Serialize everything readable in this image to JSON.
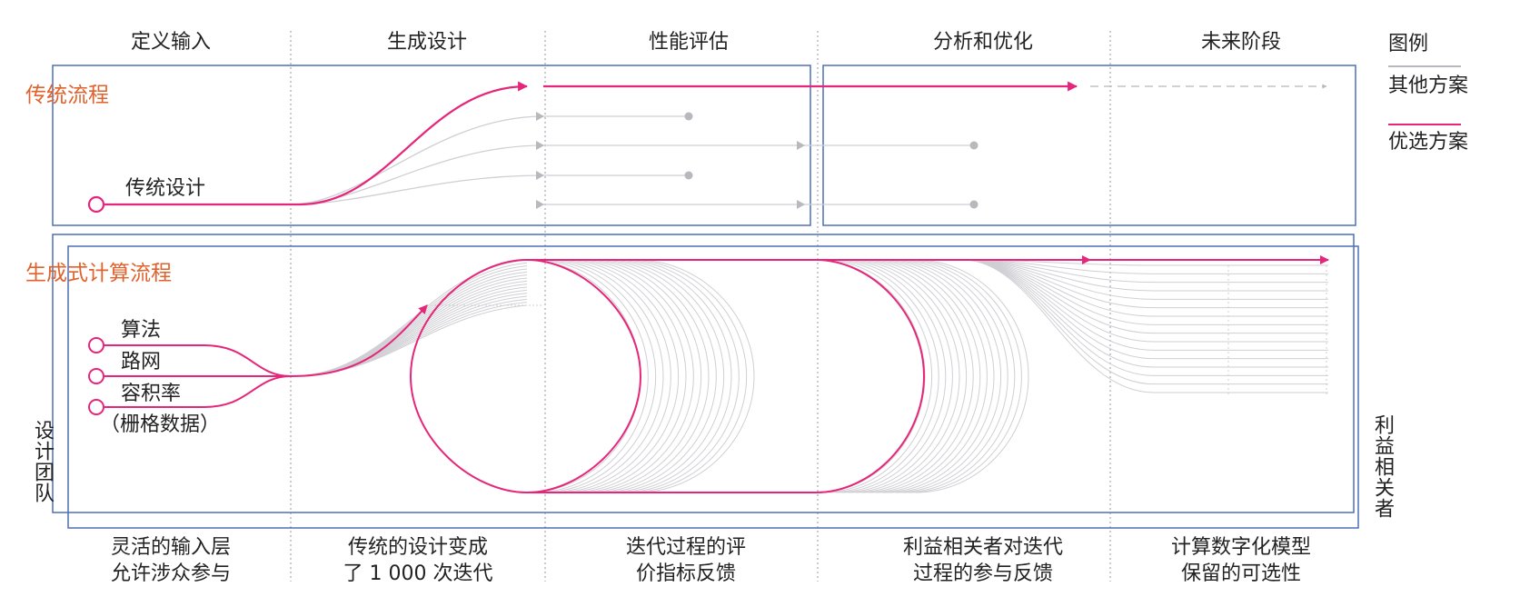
{
  "stages": [
    "定义输入",
    "生成设计",
    "性能评估",
    "分析和优化",
    "未来阶段"
  ],
  "legend": {
    "title": "图例",
    "other": "其他方案",
    "preferred": "优选方案"
  },
  "traditional": {
    "title": "传统流程",
    "start_label": "传统设计"
  },
  "generative": {
    "title": "生成式计算流程",
    "inputs": [
      "算法",
      "路网",
      "容积率"
    ],
    "input_note": "（栅格数据）",
    "left_label": "设计团队",
    "right_label": "利益相关者"
  },
  "captions": [
    "灵活的输入层\n允许涉众参与",
    "传统的设计变成\n了 1 000 次迭代",
    "迭代过程的评\n价指标反馈",
    "利益相关者对迭代\n过程的参与反馈",
    "计算数字化模型\n保留的可选性"
  ],
  "colors": {
    "preferred": "#e5267a",
    "other": "#c8c8cc",
    "frame": "#4d6fb5",
    "section": "#e0622c"
  }
}
